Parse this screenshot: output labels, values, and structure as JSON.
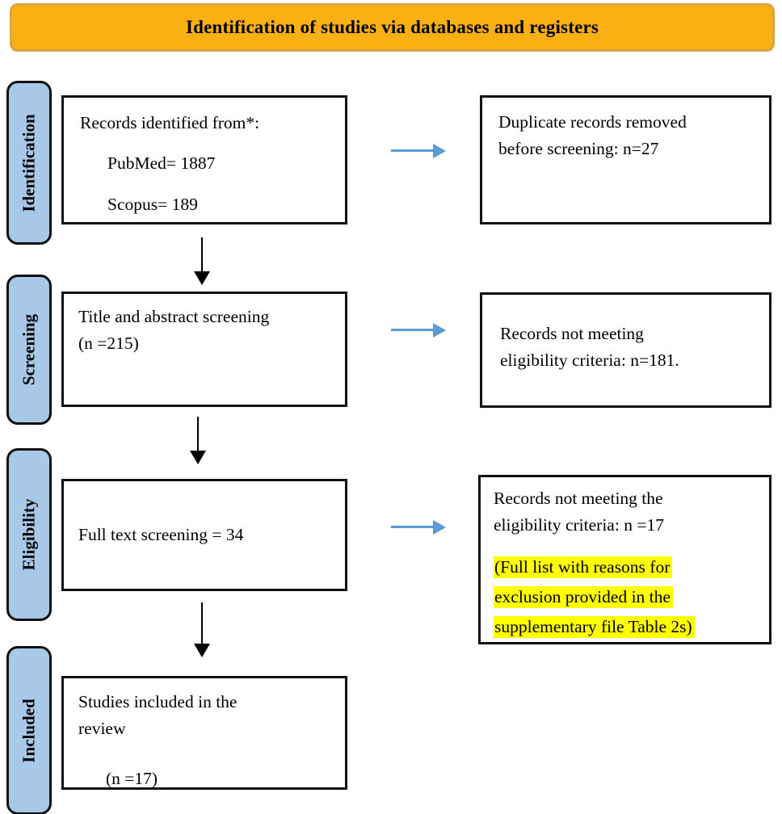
{
  "banner": {
    "title": "Identification of studies via databases and registers"
  },
  "stages": [
    {
      "label": "Identification"
    },
    {
      "label": "Screening"
    },
    {
      "label": "Eligibility"
    },
    {
      "label": "Included"
    }
  ],
  "flow": {
    "box1": {
      "line1": "Records identified from*:",
      "line2": "PubMed= 1887",
      "line3": "Scopus= 189"
    },
    "box2": {
      "line1": "Title and abstract screening",
      "line2": "(n =215)"
    },
    "box3": {
      "line1": "Full text screening = 34"
    },
    "box4": {
      "line1": "Studies included in the",
      "line2": "review",
      "line3": "(n =17)"
    }
  },
  "side": {
    "box1": {
      "line1": "Duplicate records removed",
      "line2": "before screening: n=27"
    },
    "box2": {
      "line1": "Records not meeting",
      "line2": "eligibility criteria: n=181."
    },
    "box3": {
      "line1": "Records not meeting the",
      "line2": "eligibility criteria: n =17",
      "hl1": "(Full list with reasons for",
      "hl2": "exclusion provided in the",
      "hl3": "supplementary file Table 2s)"
    }
  },
  "colors": {
    "banner_fill": "#F9B013",
    "banner_border": "#D9A441",
    "stage_fill": "#A8C8E8",
    "stage_border": "#111111",
    "box_border": "#111111",
    "arrow_black": "#000000",
    "arrow_blue": "#5B9BD5",
    "highlight_yellow": "#FFFF00",
    "text": "#000000"
  }
}
